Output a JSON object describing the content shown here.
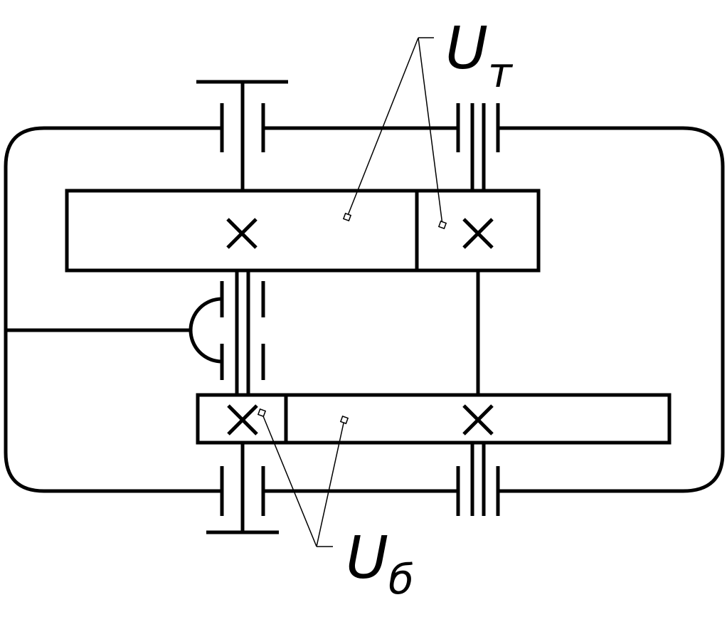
{
  "diagram": {
    "kind": "two-stage gear reducer kinematic scheme",
    "stroke_color": "#000000",
    "background_color": "#ffffff",
    "labels": {
      "upper": {
        "base": "U",
        "sub": "т"
      },
      "lower": {
        "base": "U",
        "sub": "б"
      }
    }
  }
}
